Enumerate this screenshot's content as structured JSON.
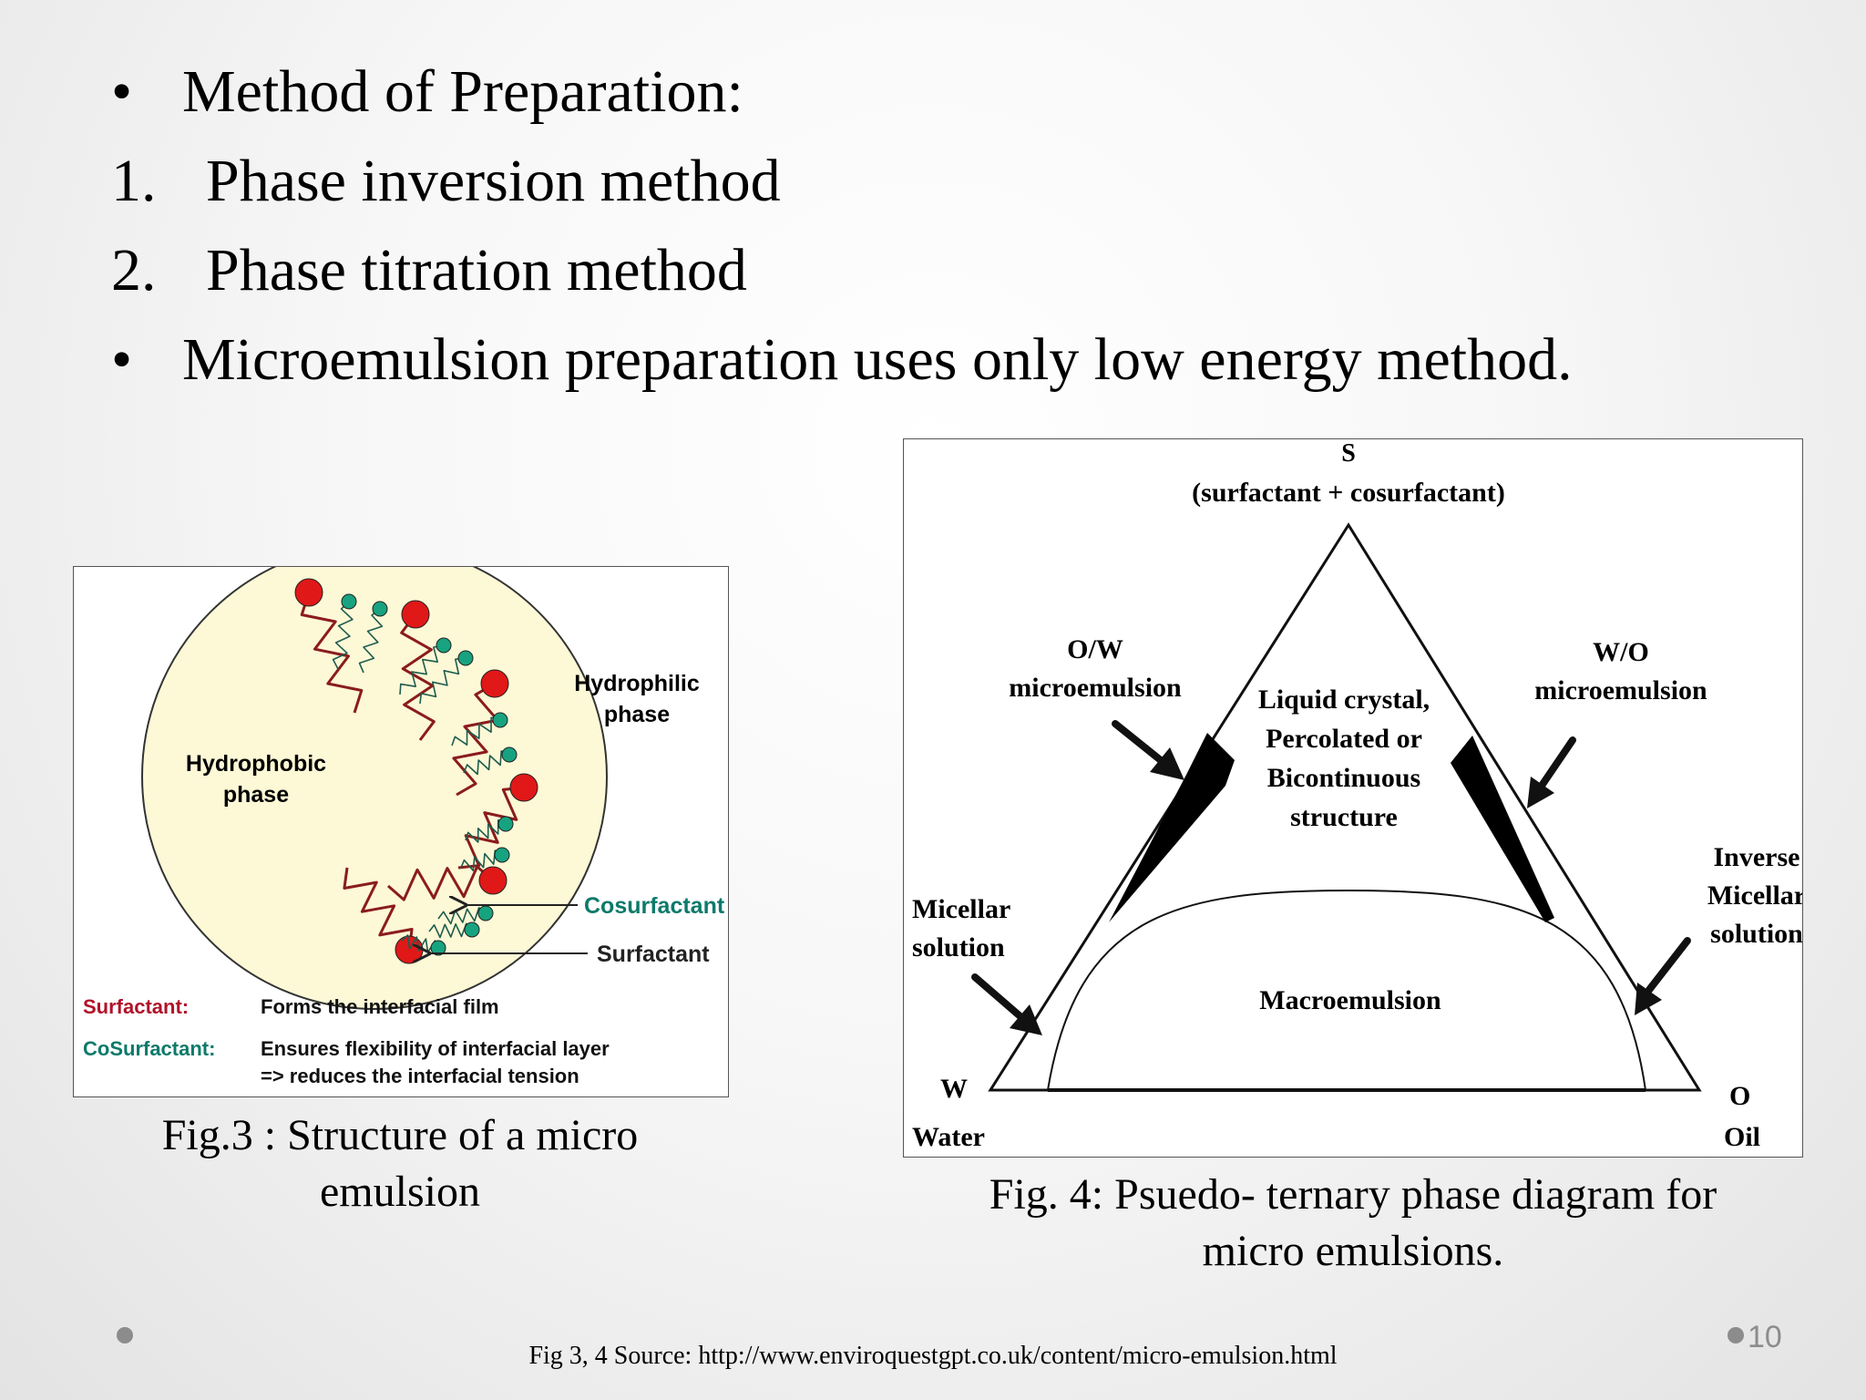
{
  "slide": {
    "bullets": [
      {
        "marker": "•",
        "text": "Method of Preparation:"
      },
      {
        "marker": "1.",
        "text": "Phase inversion method"
      },
      {
        "marker": "2.",
        "text": "Phase titration method"
      },
      {
        "marker": "•",
        "text": "Microemulsion preparation uses only low energy method."
      }
    ],
    "page_number": "10",
    "source": "Fig 3, 4 Source: http://www.enviroquestgpt.co.uk/content/micro-emulsion.html"
  },
  "fig3": {
    "caption": [
      "Fig.3 : Structure of a micro",
      "emulsion"
    ],
    "hydrophobic": [
      "Hydrophobic",
      "phase"
    ],
    "hydrophilic": [
      "Hydrophilic",
      "phase"
    ],
    "cosurfactant_label": "Cosurfactant",
    "surfactant_label": "Surfactant",
    "legend": [
      {
        "term": "Surfactant:",
        "desc": [
          "Forms the interfacial film"
        ],
        "color": "#b0132a"
      },
      {
        "term": "CoSurfactant:",
        "desc": [
          "Ensures flexibility of interfacial layer",
          "=> reduces the interfacial tension"
        ],
        "color": "#0d7a6a"
      }
    ],
    "colors": {
      "surfactant_head": "#e01818",
      "cosurfactant_head": "#17a37f",
      "phase_fill": "#fdf8d6"
    }
  },
  "fig4": {
    "caption": [
      "Fig. 4: Psuedo- ternary phase diagram for",
      "micro emulsions."
    ],
    "apex_s": "S",
    "apex_s_sub": "(surfactant + cosurfactant)",
    "ow": [
      "O/W",
      "microemulsion"
    ],
    "wo": [
      "W/O",
      "microemulsion"
    ],
    "liquid": [
      "Liquid crystal,",
      "Percolated or",
      "Bicontinuous",
      "structure"
    ],
    "micellar": [
      "Micellar",
      "solution"
    ],
    "inverse": [
      "Inverse",
      "Micellar",
      "solution"
    ],
    "macro": "Macroemulsion",
    "w": "W",
    "water": "Water",
    "o": "O",
    "oil": "Oil"
  }
}
